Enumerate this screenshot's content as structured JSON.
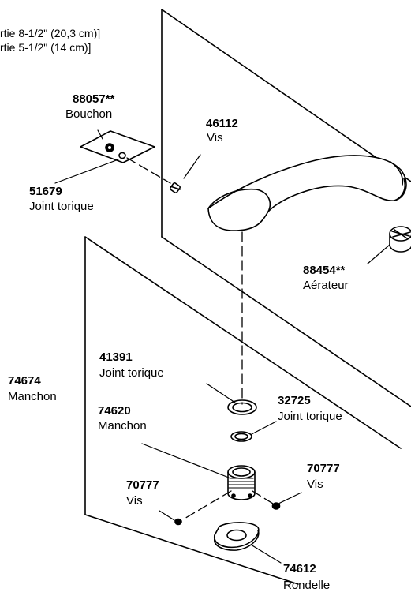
{
  "header": {
    "line1": "rtie 8-1/2\" (20,3 cm)]",
    "line2": "rtie 5-1/2\" (14 cm)]"
  },
  "parts": {
    "p88057": {
      "number": "88057**",
      "name": "Bouchon"
    },
    "p46112": {
      "number": "46112",
      "name": "Vis"
    },
    "p51679": {
      "number": "51679",
      "name": "Joint torique"
    },
    "p88454": {
      "number": "88454**",
      "name": "Aérateur"
    },
    "p41391": {
      "number": "41391",
      "name": "Joint torique"
    },
    "p74674": {
      "number": "74674",
      "name": "Manchon"
    },
    "p74620": {
      "number": "74620",
      "name": "Manchon"
    },
    "p32725": {
      "number": "32725",
      "name": "Joint torique"
    },
    "p70777a": {
      "number": "70777",
      "name": "Vis"
    },
    "p70777b": {
      "number": "70777",
      "name": "Vis"
    },
    "p74612": {
      "number": "74612",
      "name": "Rondelle"
    }
  }
}
